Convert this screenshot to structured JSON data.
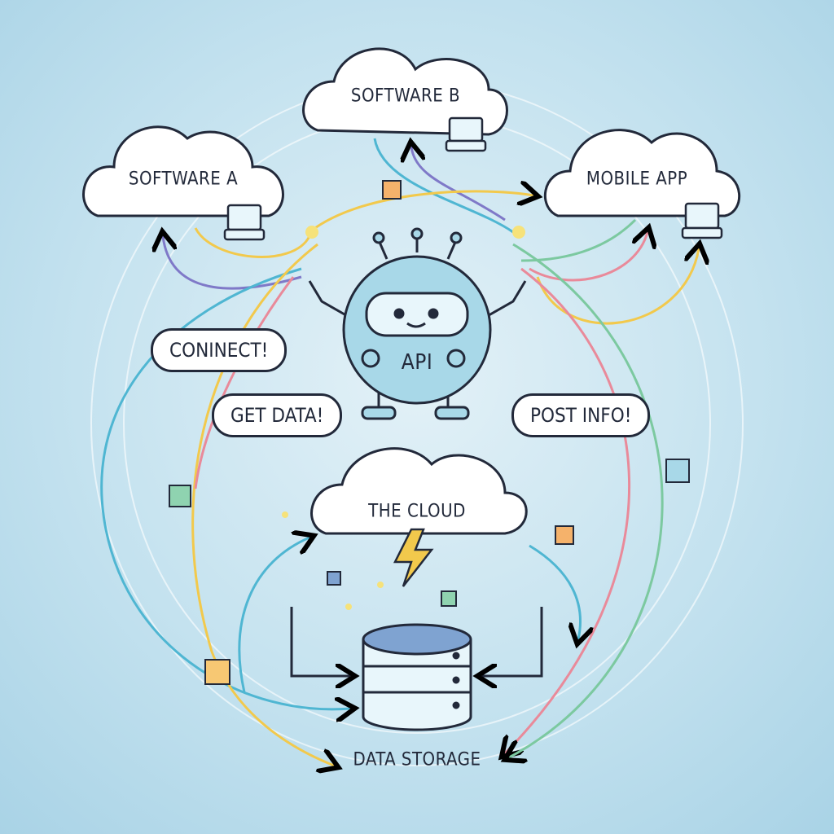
{
  "nodes": {
    "software_a": "SOFTWARE A",
    "software_b": "SOFTWARE B",
    "mobile_app": "MOBILE APP",
    "api": "API",
    "cloud": "THE CLOUD",
    "storage": "DATA STORAGE"
  },
  "bubbles": {
    "connect": "CONINECT!",
    "get_data": "GET DATA!",
    "post_info": "POST INFO!"
  },
  "colors": {
    "outline": "#22293a",
    "blue": "#4fb6d2",
    "yellow": "#f2c94c",
    "purple": "#7f79c8",
    "pink": "#e98a9a",
    "green": "#7cc9a0",
    "robot": "#a8d8e8"
  }
}
